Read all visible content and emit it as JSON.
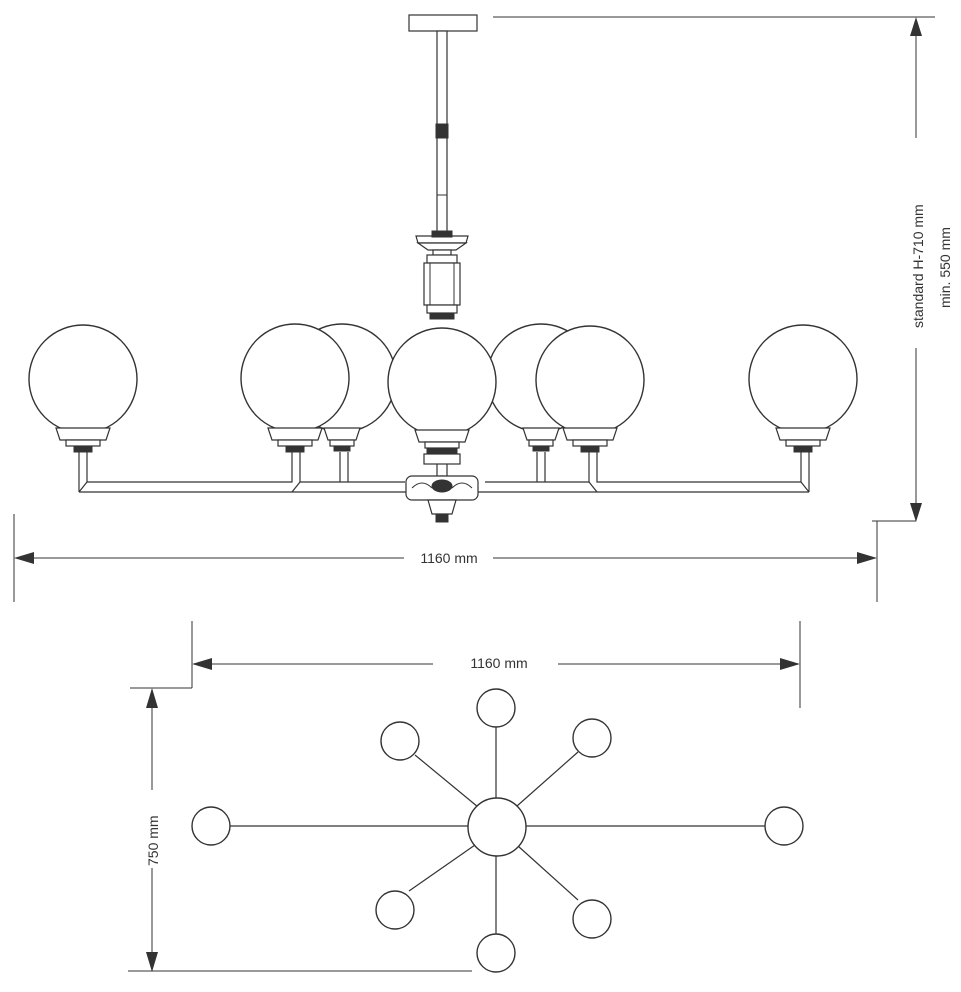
{
  "dimensions": {
    "height_standard": "standard H-710 mm",
    "height_min": "min. 550 mm",
    "front_width": "1160 mm",
    "top_width": "1160 mm",
    "top_depth": "750 mm"
  },
  "views": {
    "front": {
      "arms": 8,
      "visible_globes": 7
    },
    "top": {
      "arms": 8
    }
  },
  "colors": {
    "line": "#333333",
    "background": "#ffffff"
  }
}
